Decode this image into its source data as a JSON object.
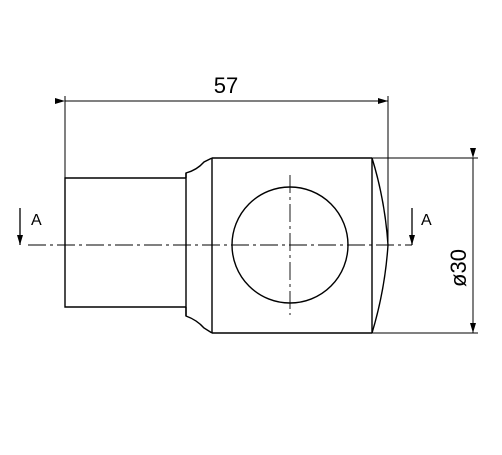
{
  "dimensions": {
    "length_label": "57",
    "diameter_label": "ø30"
  },
  "section_marks": {
    "left_label": "A",
    "right_label": "A"
  }
}
